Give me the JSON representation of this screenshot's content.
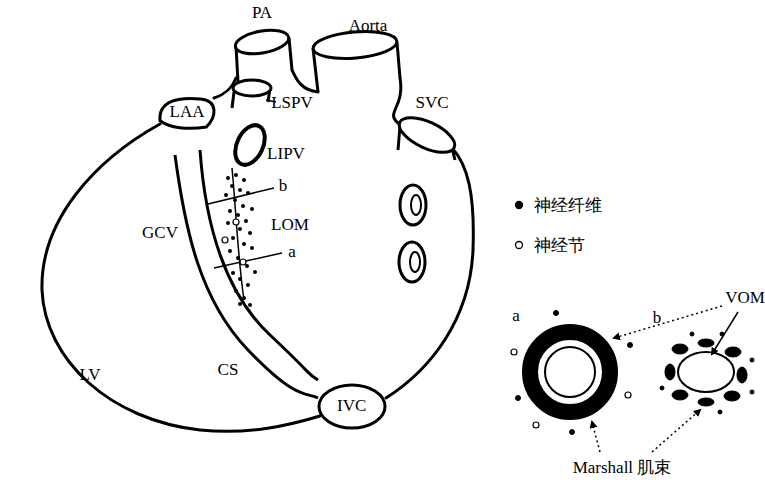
{
  "diagram": {
    "nodes": [
      {
        "text": [
          "LAA"
        ]
      },
      {
        "text": [
          "IVC"
        ]
      }
    ],
    "labels": [
      "PA",
      "Aorta",
      "LSPV",
      "SVC",
      "LIPV",
      "b",
      "GCV",
      "LOM",
      "a",
      "LV",
      "CS",
      "a",
      "b",
      "VOM",
      "Marshall 肌束"
    ],
    "legend": [
      {
        "text": "神经纤维"
      },
      {
        "text": "神经节"
      }
    ]
  }
}
